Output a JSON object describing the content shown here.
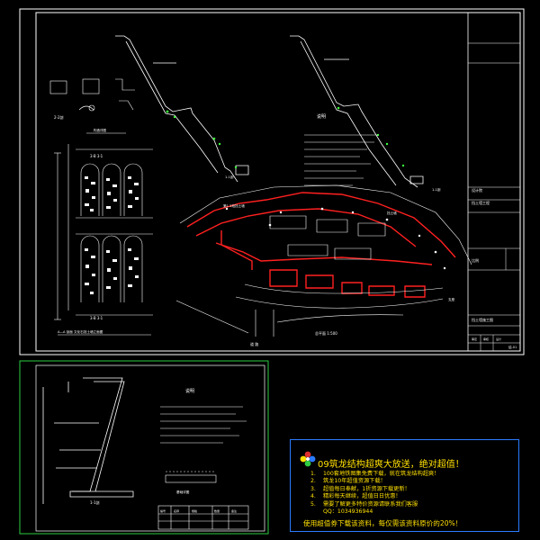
{
  "drawing": {
    "main_sheet": {
      "section_labels": [
        "2-2剖",
        "1-1剖"
      ],
      "section_mark_label": "1-1剖",
      "plan_label": "总平面 1:500",
      "road_label": "道 路",
      "road_label_2": "道 路",
      "elevation_label": "3·B 3·1",
      "elevation_label_2": "3·B 3·1",
      "elevation_caption": "A—A 剖面 文化石挡土墙立面图",
      "detail_title": "说明",
      "plan_note_1": "第1-3段挡土墙",
      "plan_note_2": "挡土墙",
      "plan_note_3": "支座",
      "small_detail_caption": "构造详图"
    },
    "title_block": {
      "company": "设计院",
      "project": "挡土墙工程",
      "drawing_name": "挡土墙施工图",
      "row_labels": [
        "审定",
        "审核",
        "设计",
        "制图"
      ],
      "sheet_no": "结-01",
      "scale": "比例"
    },
    "sub_sheet": {
      "section_label": "1-1剖",
      "notes_title": "说明",
      "detail_caption": "基础详图",
      "table_header": [
        "编号",
        "名称",
        "规格",
        "数量",
        "备注"
      ]
    }
  },
  "ad": {
    "title": "09筑龙结构超爽大放送，绝对超值！",
    "items": [
      {
        "num": "1.",
        "text": "100套地铁图集免费下载，就在筑龙结构超爽！"
      },
      {
        "num": "2.",
        "text": "筑龙10年超值资源下载！"
      },
      {
        "num": "3.",
        "text": "超值每日奉献，1折资源下载更新！"
      },
      {
        "num": "4.",
        "text": "精彩每天继续，超值日日优惠！"
      },
      {
        "num": "5.",
        "text": "需要了解更多特价资源请联系我们客服"
      },
      {
        "num": "",
        "text": "QQ：1034936944"
      }
    ],
    "footer": "使用超值券下载该资料，每仅需该资料原价的20%！"
  },
  "colors": {
    "background": "#000000",
    "frame": "#ffffff",
    "sub_frame": "#2ecc40",
    "red_line": "#ff2020",
    "ad_text": "#ffe000",
    "ad_border": "#2b7bff"
  }
}
